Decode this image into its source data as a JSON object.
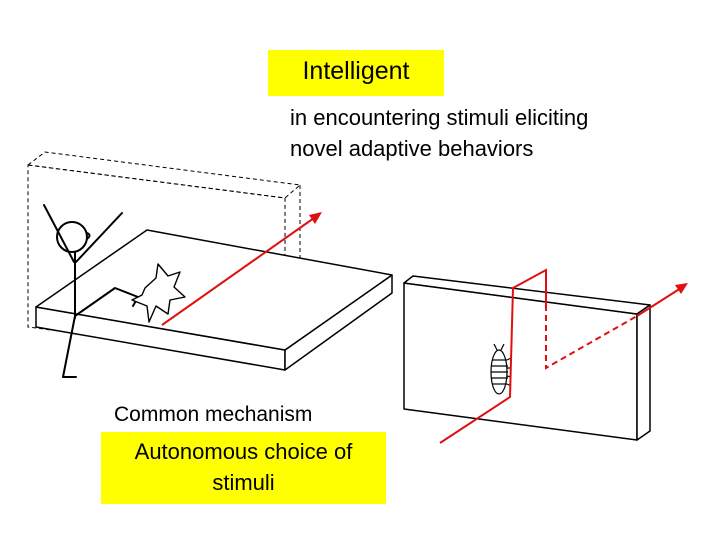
{
  "title": "Intelligent",
  "description": {
    "line1": "in encountering stimuli eliciting",
    "line2": "novel adaptive behaviors"
  },
  "mechanism": {
    "heading": "Common mechanism",
    "line1": "Autonomous choice of",
    "line2": "stimuli"
  },
  "colors": {
    "highlight": "#ffff00",
    "path": "#e01010",
    "ink": "#000000"
  }
}
